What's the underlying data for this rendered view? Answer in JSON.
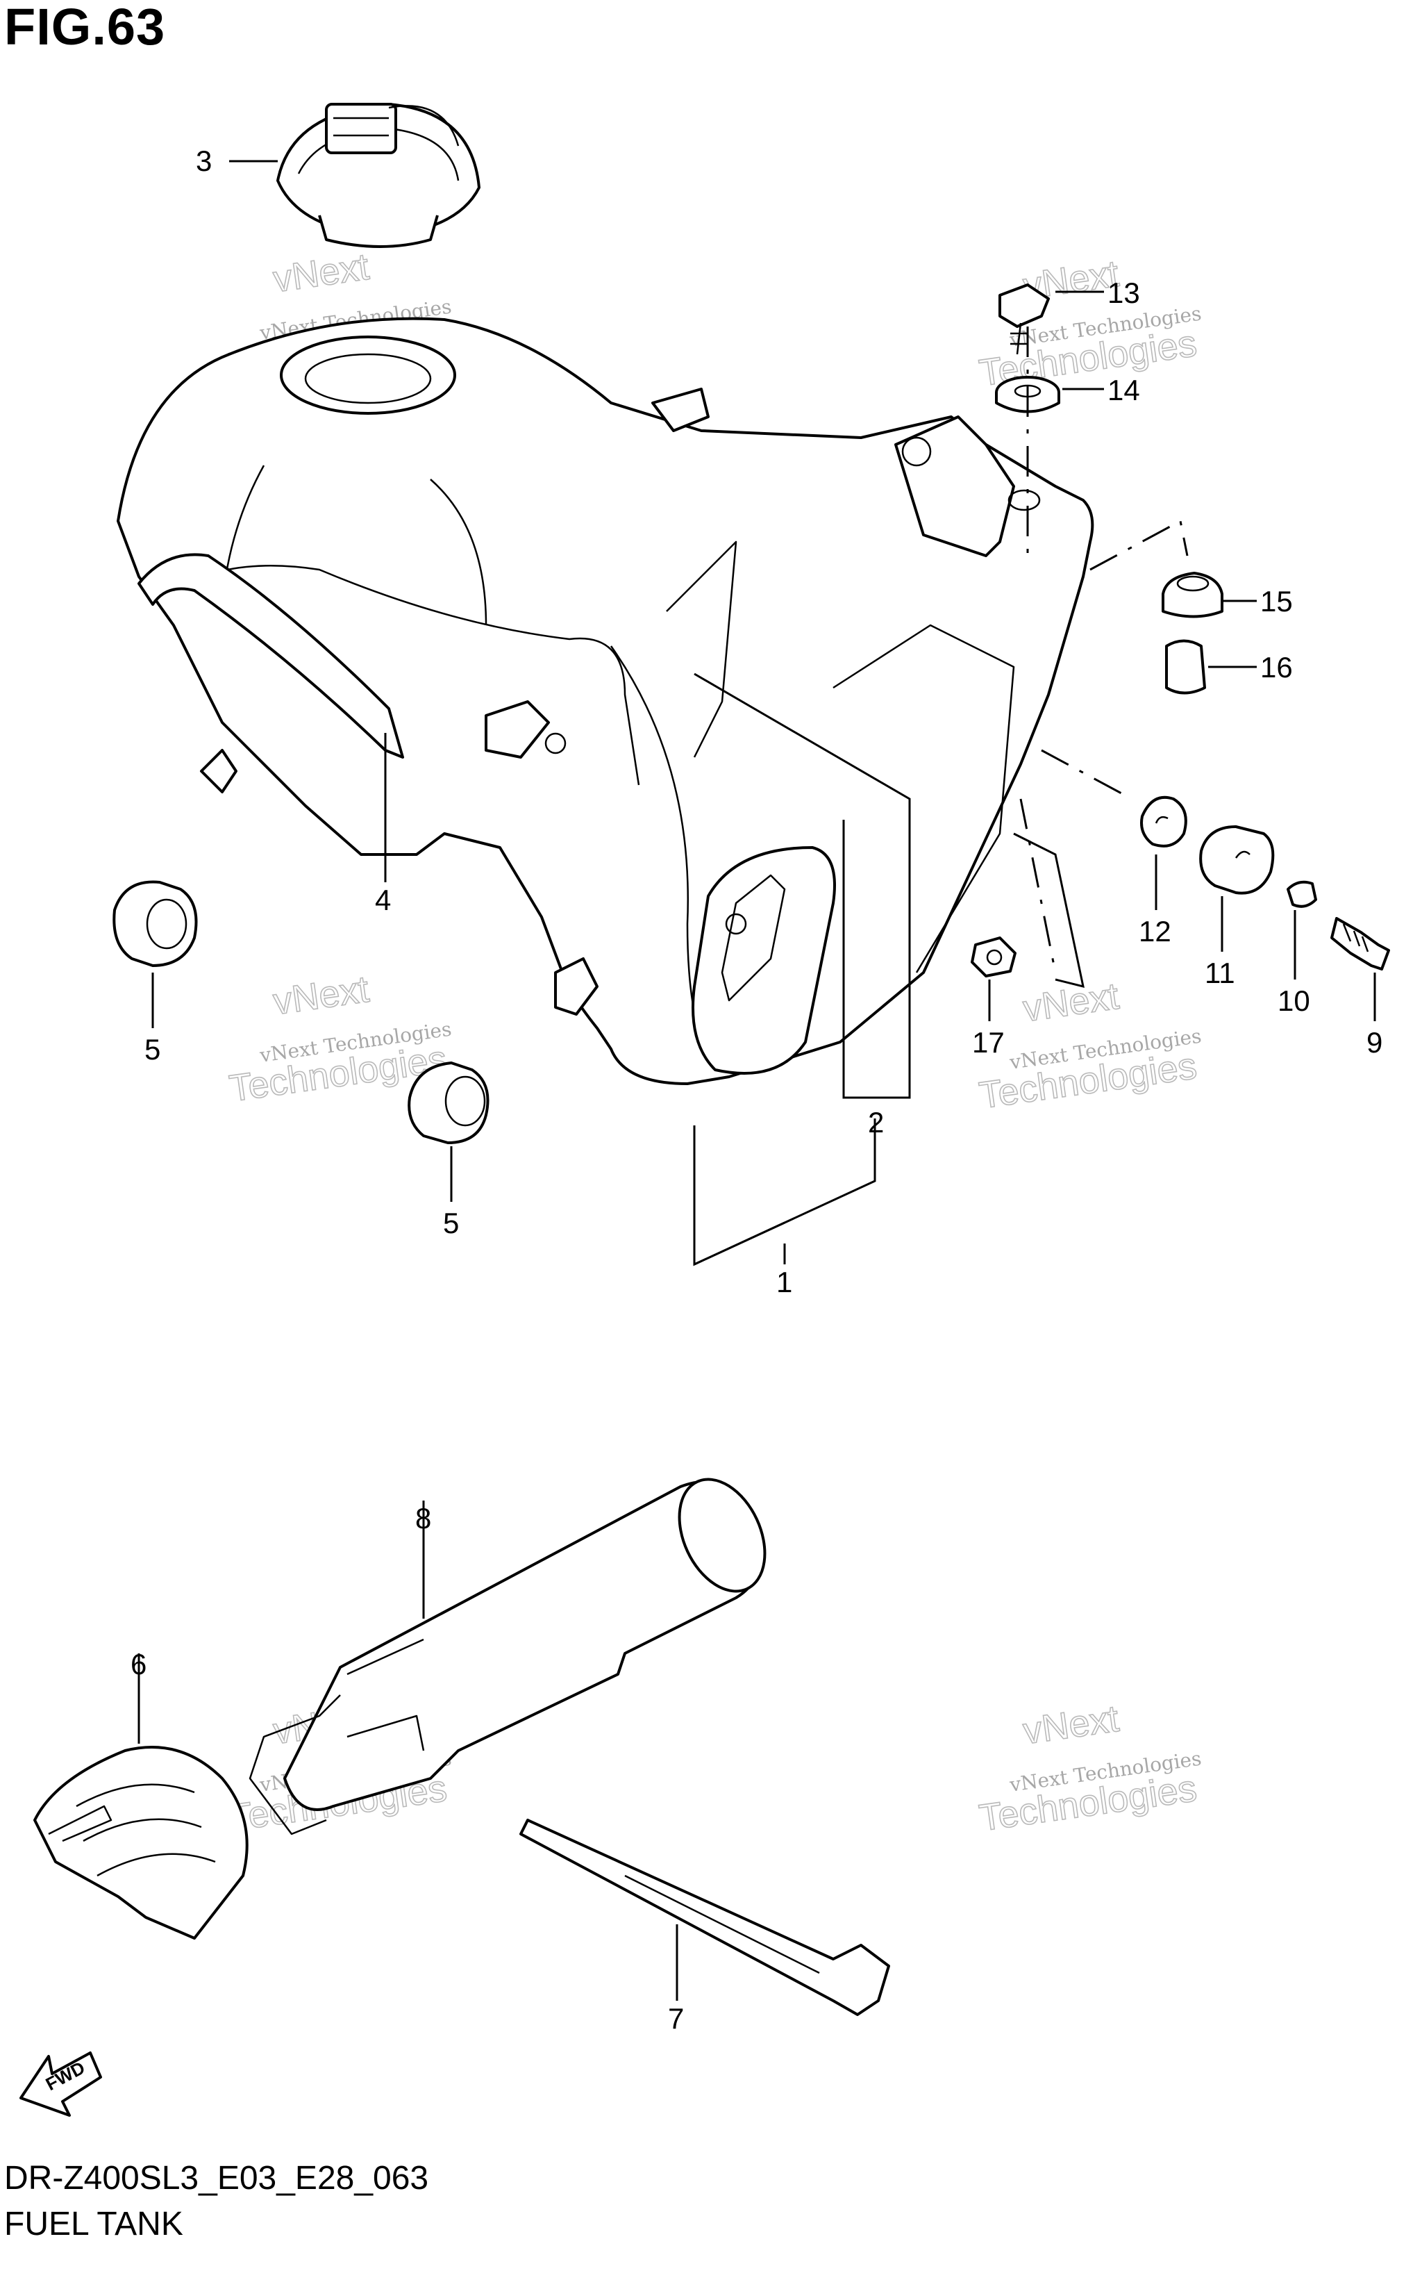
{
  "figure": {
    "title": "FIG.63",
    "code": "DR-Z400SL3_E03_E28_063",
    "name": "FUEL TANK"
  },
  "callouts": [
    {
      "id": "c1",
      "label": "1"
    },
    {
      "id": "c2",
      "label": "2"
    },
    {
      "id": "c3",
      "label": "3"
    },
    {
      "id": "c4",
      "label": "4"
    },
    {
      "id": "c5a",
      "label": "5"
    },
    {
      "id": "c5b",
      "label": "5"
    },
    {
      "id": "c6",
      "label": "6"
    },
    {
      "id": "c7",
      "label": "7"
    },
    {
      "id": "c8",
      "label": "8"
    },
    {
      "id": "c9",
      "label": "9"
    },
    {
      "id": "c10",
      "label": "10"
    },
    {
      "id": "c11",
      "label": "11"
    },
    {
      "id": "c12",
      "label": "12"
    },
    {
      "id": "c13",
      "label": "13"
    },
    {
      "id": "c14",
      "label": "14"
    },
    {
      "id": "c15",
      "label": "15"
    },
    {
      "id": "c16",
      "label": "16"
    },
    {
      "id": "c17",
      "label": "17"
    }
  ],
  "watermark": {
    "line1": "vNext Technologies",
    "line2": "vNext",
    "line3": "Technologies"
  },
  "fwd_label": "FWD"
}
